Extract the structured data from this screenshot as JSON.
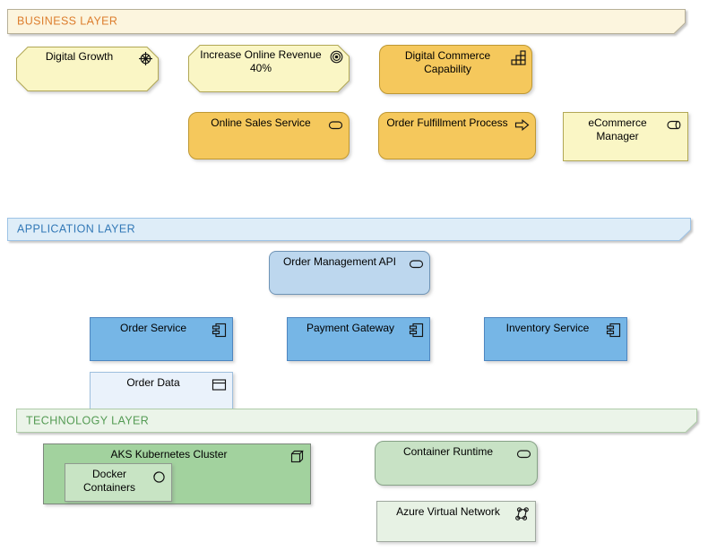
{
  "layers": {
    "business": {
      "title": "BUSINESS LAYER",
      "title_color": "#DD7E2E",
      "fill": "#FCF5DE"
    },
    "application": {
      "title": "APPLICATION LAYER",
      "title_color": "#3379B7",
      "fill": "#DEEDF8"
    },
    "technology": {
      "title": "TECHNOLOGY LAYER",
      "title_color": "#549B54",
      "fill": "#EBF4E9"
    }
  },
  "elements": {
    "digital_growth": {
      "label": "Digital Growth",
      "icon": "driver-icon",
      "fill": "#FAF6C5"
    },
    "increase_online_revenue": {
      "label": "Increase Online Revenue 40%",
      "icon": "goal-icon",
      "fill": "#FAF6C5"
    },
    "digital_commerce_capability": {
      "label": "Digital Commerce Capability",
      "icon": "capability-icon",
      "fill": "#F5C85C"
    },
    "online_sales_service": {
      "label": "Online Sales Service",
      "icon": "service-icon",
      "fill": "#F5C85C"
    },
    "order_fulfillment_process": {
      "label": "Order Fulfillment Process",
      "icon": "process-arrow-icon",
      "fill": "#F5C85C"
    },
    "ecommerce_manager": {
      "label": "eCommerce Manager",
      "icon": "business-role-icon",
      "fill": "#FAF6C5"
    },
    "order_management_api": {
      "label": "Order Management API",
      "icon": "service-icon",
      "fill": "#BDD7EE"
    },
    "order_service": {
      "label": "Order Service",
      "icon": "component-icon",
      "fill": "#76B6E6"
    },
    "payment_gateway": {
      "label": "Payment Gateway",
      "icon": "component-icon",
      "fill": "#76B6E6"
    },
    "inventory_service": {
      "label": "Inventory Service",
      "icon": "component-icon",
      "fill": "#76B6E6"
    },
    "order_data": {
      "label": "Order Data",
      "icon": "data-object-icon",
      "fill": "#EAF2FB"
    },
    "aks_cluster": {
      "label": "AKS Kubernetes Cluster",
      "icon": "node-icon",
      "fill": "#A2D29E"
    },
    "docker_containers": {
      "label": "Docker Containers",
      "icon": "system-software-icon",
      "fill": "#C8E4C4"
    },
    "container_runtime": {
      "label": "Container Runtime",
      "icon": "service-icon",
      "fill": "#C8E2C5"
    },
    "azure_virtual_network": {
      "label": "Azure Virtual Network",
      "icon": "network-icon",
      "fill": "#E7F2E4"
    }
  }
}
